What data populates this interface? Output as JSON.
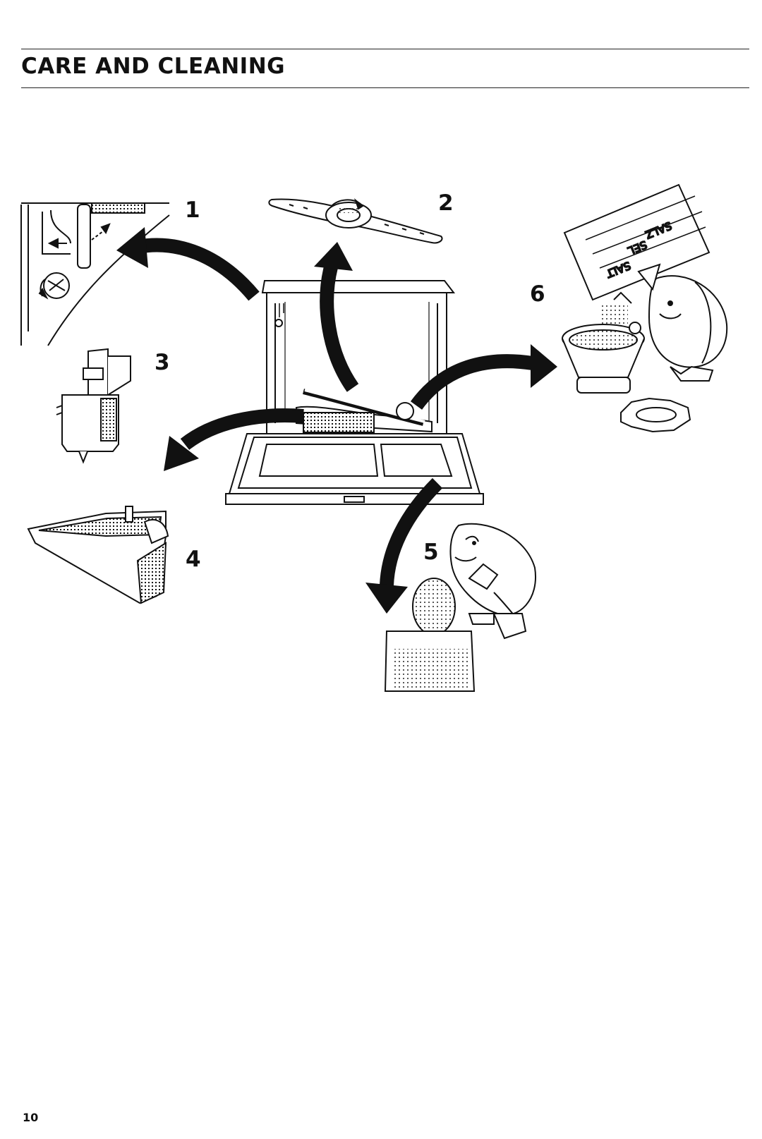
{
  "header": {
    "title": "CARE AND CLEANING"
  },
  "steps": [
    {
      "number": "1"
    },
    {
      "number": "2"
    },
    {
      "number": "3"
    },
    {
      "number": "4"
    },
    {
      "number": "5"
    },
    {
      "number": "6"
    }
  ],
  "salt_pack": {
    "line1": "SALZ",
    "line2": "SEL",
    "line3": "SALT"
  },
  "footer": {
    "page_number": "10"
  }
}
